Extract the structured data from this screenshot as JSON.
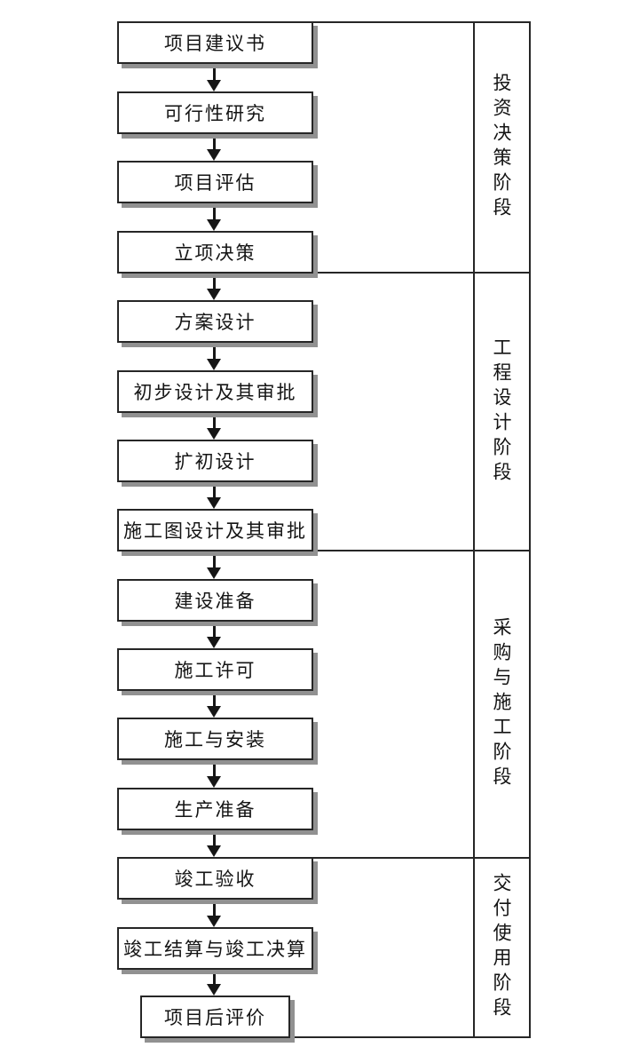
{
  "flow": {
    "steps": [
      {
        "label": "项目建议书"
      },
      {
        "label": "可行性研究"
      },
      {
        "label": "项目评估"
      },
      {
        "label": "立项决策"
      },
      {
        "label": "方案设计"
      },
      {
        "label": "初步设计及其审批"
      },
      {
        "label": "扩初设计"
      },
      {
        "label": "施工图设计及其审批"
      },
      {
        "label": "建设准备"
      },
      {
        "label": "施工许可"
      },
      {
        "label": "施工与安装"
      },
      {
        "label": "生产准备"
      },
      {
        "label": "竣工验收"
      },
      {
        "label": "竣工结算与竣工决算"
      },
      {
        "label": "项目后评价"
      }
    ]
  },
  "phases": [
    {
      "label": "投资决策阶段"
    },
    {
      "label": "工程设计阶段"
    },
    {
      "label": "采购与施工阶段"
    },
    {
      "label": "交付使用阶段"
    }
  ],
  "colors": {
    "line": "#262626",
    "shadow": "#919191",
    "background": "#ffffff"
  }
}
